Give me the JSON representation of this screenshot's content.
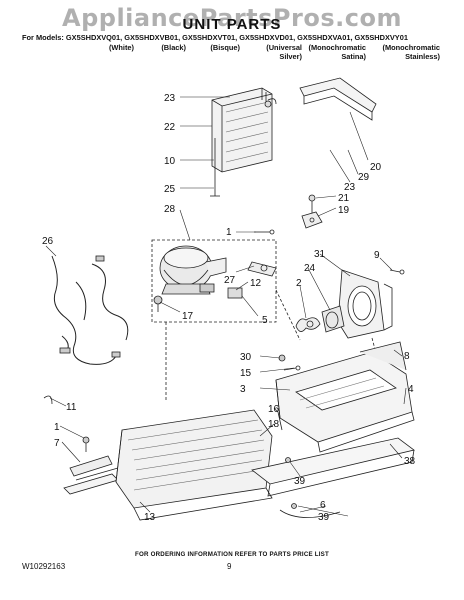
{
  "watermark": "AppliancePartsPros.com",
  "title": "UNIT PARTS",
  "models_line": "For Models: GX5SHDXVQ01, GX5SHDXVB01, GX5SHDXVT01, GX5SHDXVD01, GX5SHDXVA01, GX5SHDXVY01",
  "variants": [
    {
      "line1": "(White)",
      "line2": ""
    },
    {
      "line1": "(Black)",
      "line2": ""
    },
    {
      "line1": "(Bisque)",
      "line2": ""
    },
    {
      "line1": "(Universal",
      "line2": "Silver)"
    },
    {
      "line1": "(Monochromatic",
      "line2": "Satina)"
    },
    {
      "line1": "(Monochromatic",
      "line2": "Stainless)"
    }
  ],
  "callouts": [
    "23",
    "22",
    "10",
    "25",
    "28",
    "1",
    "26",
    "27",
    "12",
    "17",
    "5",
    "20",
    "29",
    "23",
    "21",
    "19",
    "31",
    "9",
    "24",
    "2",
    "8",
    "30",
    "15",
    "3",
    "4",
    "11",
    "16",
    "18",
    "1",
    "7",
    "39",
    "38",
    "13",
    "6",
    "39"
  ],
  "footer_note": "FOR ORDERING INFORMATION REFER TO PARTS PRICE LIST",
  "doc_code": "W10292163",
  "page_number": "9"
}
